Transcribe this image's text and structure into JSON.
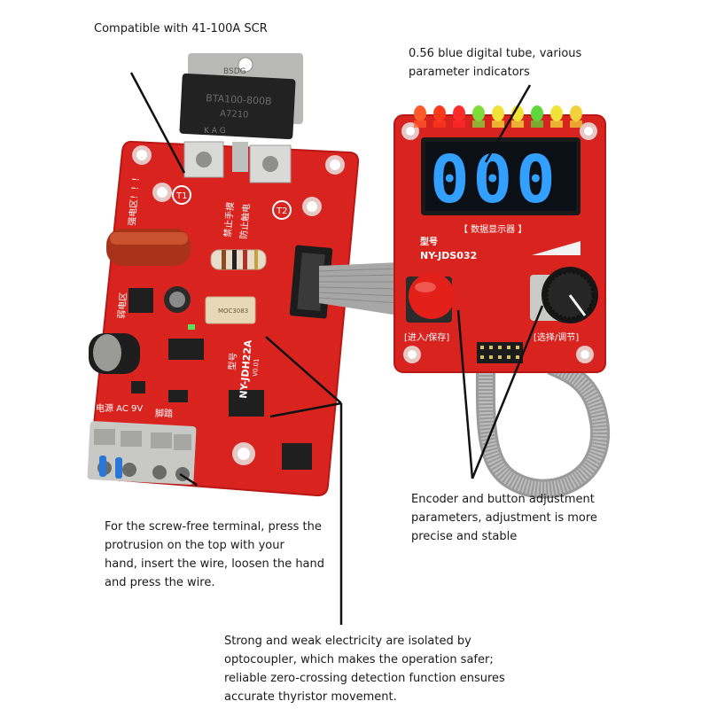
{
  "annotations": {
    "scr": [
      "Compatible with 41-100A SCR"
    ],
    "display": [
      "0.56 blue digital tube, various",
      "parameter indicators"
    ],
    "encoder": [
      "Encoder and button adjustment",
      "parameters, adjustment is more",
      "precise and stable"
    ],
    "terminal": [
      "For the screw-free terminal, press the",
      "protrusion on the top with your",
      "hand, insert the wire, loosen the hand",
      "and press the wire."
    ],
    "opto": [
      "Strong and weak electricity are isolated by",
      "optocoupler, which makes the operation safer;",
      "reliable zero-crossing detection function ensures",
      "accurate thyristor movement."
    ]
  },
  "display_board": {
    "digits": "000",
    "caption": "【 数据显示器 】",
    "model_label": "型号",
    "model": "NY-JDS032",
    "left_button_label": "[进入/保存]",
    "right_button_label": "[选择/调节]",
    "led_colors": [
      "#ff5a2a",
      "#ff3a1a",
      "#ff2a2a",
      "#7ddc3a",
      "#f2e23a",
      "#f2e23a",
      "#5fd63a",
      "#f2e23a",
      "#f2d23a"
    ],
    "digit_color": "#33a0ff"
  },
  "main_board": {
    "model_label": "型号",
    "model": "NY-JDH22A",
    "version": "V0.01",
    "power_label": "电源 AC 9V",
    "foot_label": "脚踏",
    "t1": "T1",
    "t2": "T2",
    "warning_left": "强电区！！！",
    "weak_label": "弱电区",
    "no_touch": "禁止手摸",
    "no_shock": "防止触电"
  },
  "scr_device": {
    "brand": "BSDG",
    "part": "BTA100-800B",
    "code": "A7210",
    "pins": "K    A    G"
  },
  "colors": {
    "pcb": "#d9231f",
    "pcb_dark": "#b81814",
    "terminal": "#c8c8c4"
  }
}
